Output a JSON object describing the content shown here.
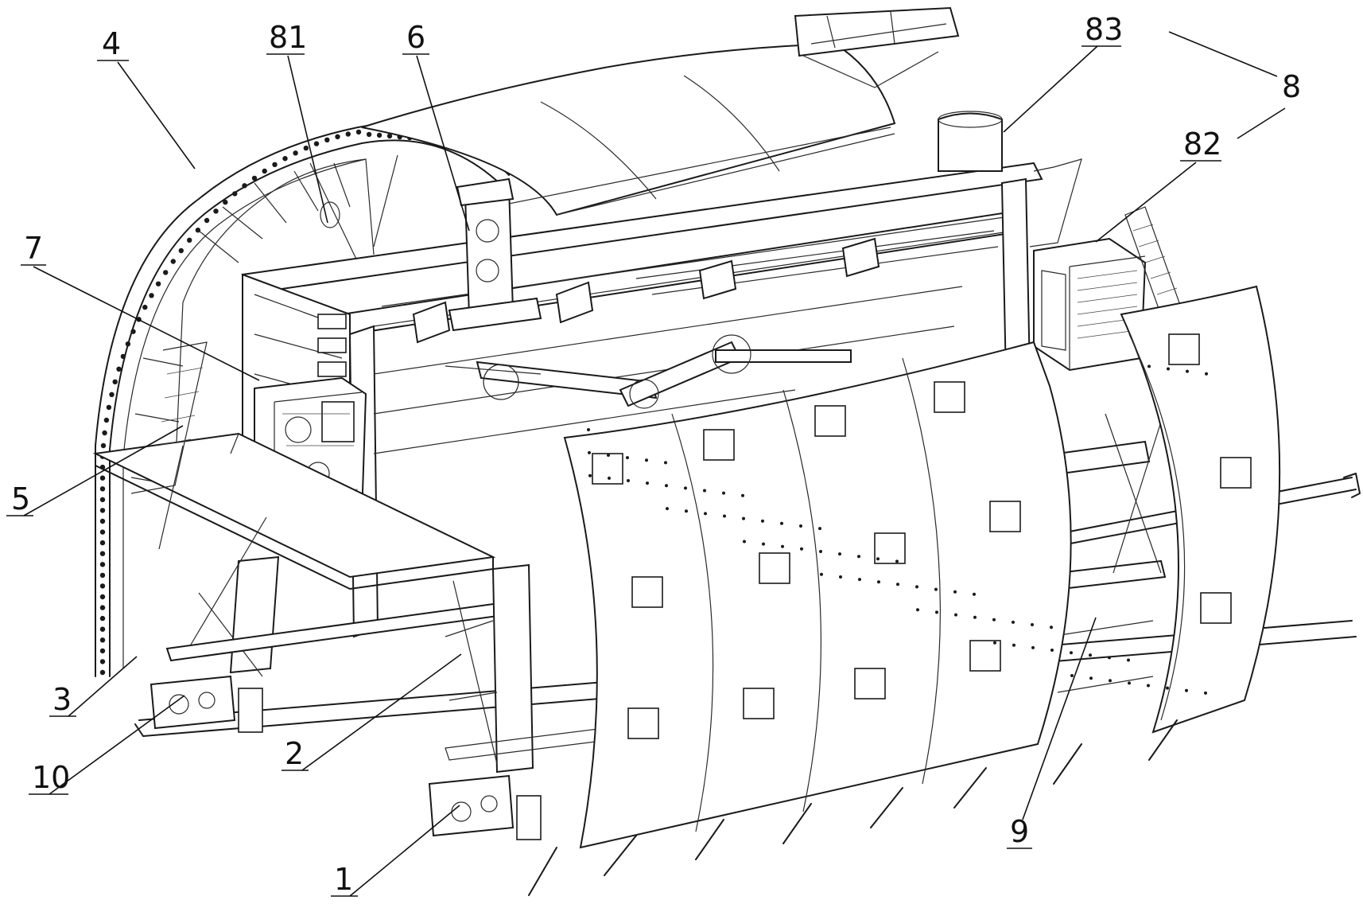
{
  "figure": {
    "labels": [
      {
        "id": "label-1",
        "text": "1"
      },
      {
        "id": "label-2",
        "text": "2"
      },
      {
        "id": "label-3",
        "text": "3"
      },
      {
        "id": "label-4",
        "text": "4"
      },
      {
        "id": "label-5",
        "text": "5"
      },
      {
        "id": "label-6",
        "text": "6"
      },
      {
        "id": "label-7",
        "text": "7"
      },
      {
        "id": "label-8",
        "text": "8"
      },
      {
        "id": "label-9",
        "text": "9"
      },
      {
        "id": "label-10",
        "text": "10"
      },
      {
        "id": "label-81",
        "text": "81"
      },
      {
        "id": "label-82",
        "text": "82"
      },
      {
        "id": "label-83",
        "text": "83"
      }
    ]
  }
}
